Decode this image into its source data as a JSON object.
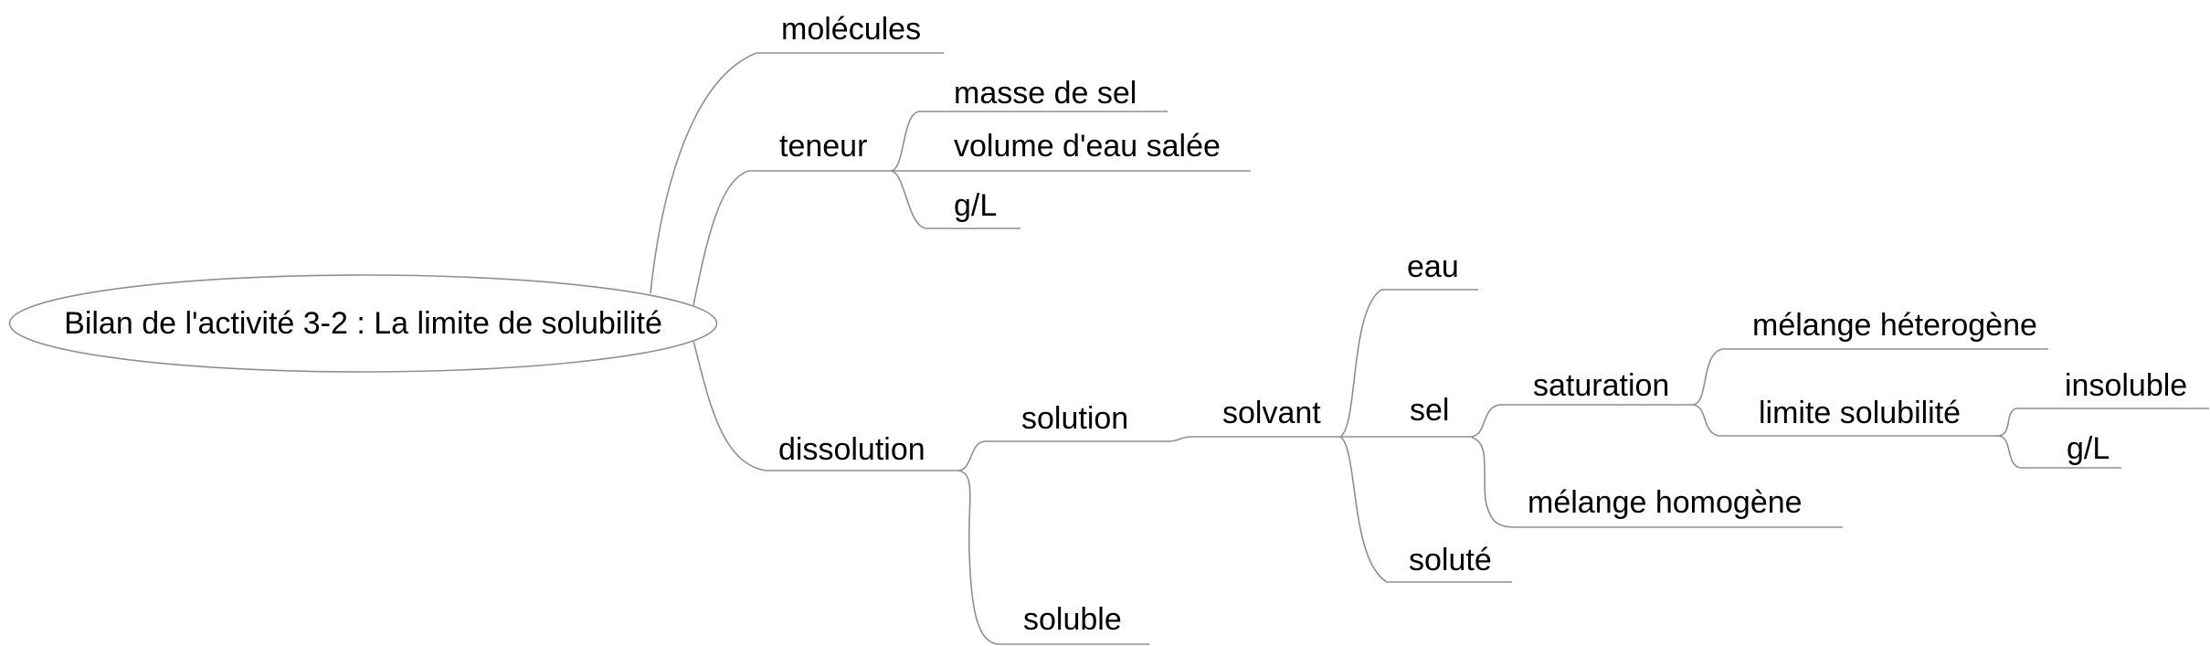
{
  "app": {
    "kind": "mind-map",
    "background": "#ffffff"
  },
  "colors": {
    "edge": "#8f8f8f",
    "text": "#000000",
    "node_fill": "#ffffff"
  },
  "tree": {
    "label": "Bilan de l'activité 3-2 : La limite de solubilité",
    "children": [
      {
        "label": "molécules"
      },
      {
        "label": "teneur",
        "children": [
          {
            "label": "masse de sel"
          },
          {
            "label": "volume d'eau salée"
          },
          {
            "label": "g/L"
          }
        ]
      },
      {
        "label": "dissolution",
        "children": [
          {
            "label": "solution",
            "children": [
              {
                "label": "solvant",
                "children": [
                  {
                    "label": "eau"
                  },
                  {
                    "label": "sel",
                    "children": [
                      {
                        "label": "saturation",
                        "children": [
                          {
                            "label": "mélange héterogène"
                          },
                          {
                            "label": "limite solubilité",
                            "children": [
                              {
                                "label": "insoluble"
                              },
                              {
                                "label": "g/L"
                              }
                            ]
                          }
                        ]
                      },
                      {
                        "label": "mélange homogène"
                      }
                    ]
                  },
                  {
                    "label": "soluté"
                  }
                ]
              }
            ]
          },
          {
            "label": "soluble"
          }
        ]
      }
    ]
  }
}
